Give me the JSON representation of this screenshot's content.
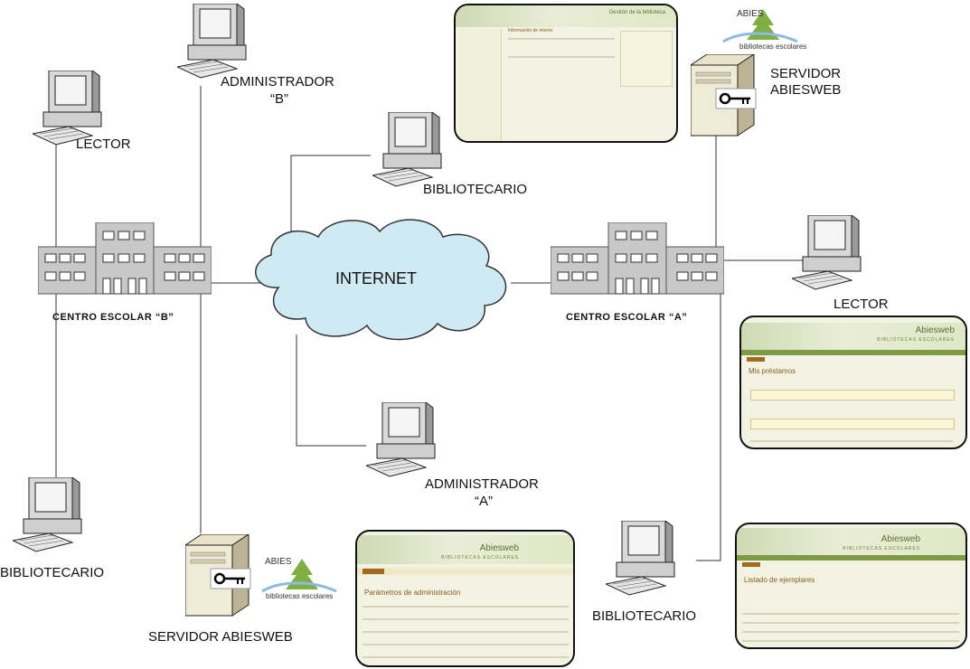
{
  "labels": {
    "admin_b_line1": "ADMINISTRADOR",
    "admin_b_line2": "“B”",
    "lector_b": "LECTOR",
    "bibliotecario_top": "BIBLIOTECARIO",
    "servidor_a_line1": "SERVIDOR",
    "servidor_a_line2": "ABIESWEB",
    "centro_b": "CENTRO ESCOLAR  “B”",
    "centro_a": "CENTRO ESCOLAR  “A”",
    "internet": "INTERNET",
    "lector_a": "LECTOR",
    "admin_a_line1": "ADMINISTRADOR",
    "admin_a_line2": "“A”",
    "bibliotecario_b": "BIBLIOTECARIO",
    "servidor_b": "SERVIDOR ABIESWEB",
    "bibliotecario_a": "BIBLIOTECARIO"
  },
  "logo": {
    "name": "ABIES",
    "tagline": "bibliotecas escolares"
  },
  "screenshots": {
    "top": {
      "brand": "Gestión de la biblioteca",
      "heading": "Información de interés"
    },
    "right_mid": {
      "brand": "Abiesweb",
      "tagline": "BIBLIOTECAS ESCOLARES",
      "heading": "Mis préstamos"
    },
    "bottom_mid": {
      "brand": "Abiesweb",
      "tagline": "BIBLIOTECAS ESCOLARES",
      "heading": "Parámetros de administración"
    },
    "bottom_right": {
      "brand": "Abiesweb",
      "tagline": "BIBLIOTECAS ESCOLARES",
      "heading": "Listado de ejemplares"
    }
  },
  "colors": {
    "cloud_fill": "#cfeaf3",
    "building_fill": "#c8c8c8",
    "line": "#333333",
    "screen_green": "#7d9a44"
  },
  "icons": [
    "computer-icon",
    "server-icon",
    "building-icon",
    "cloud-icon",
    "abies-logo"
  ]
}
